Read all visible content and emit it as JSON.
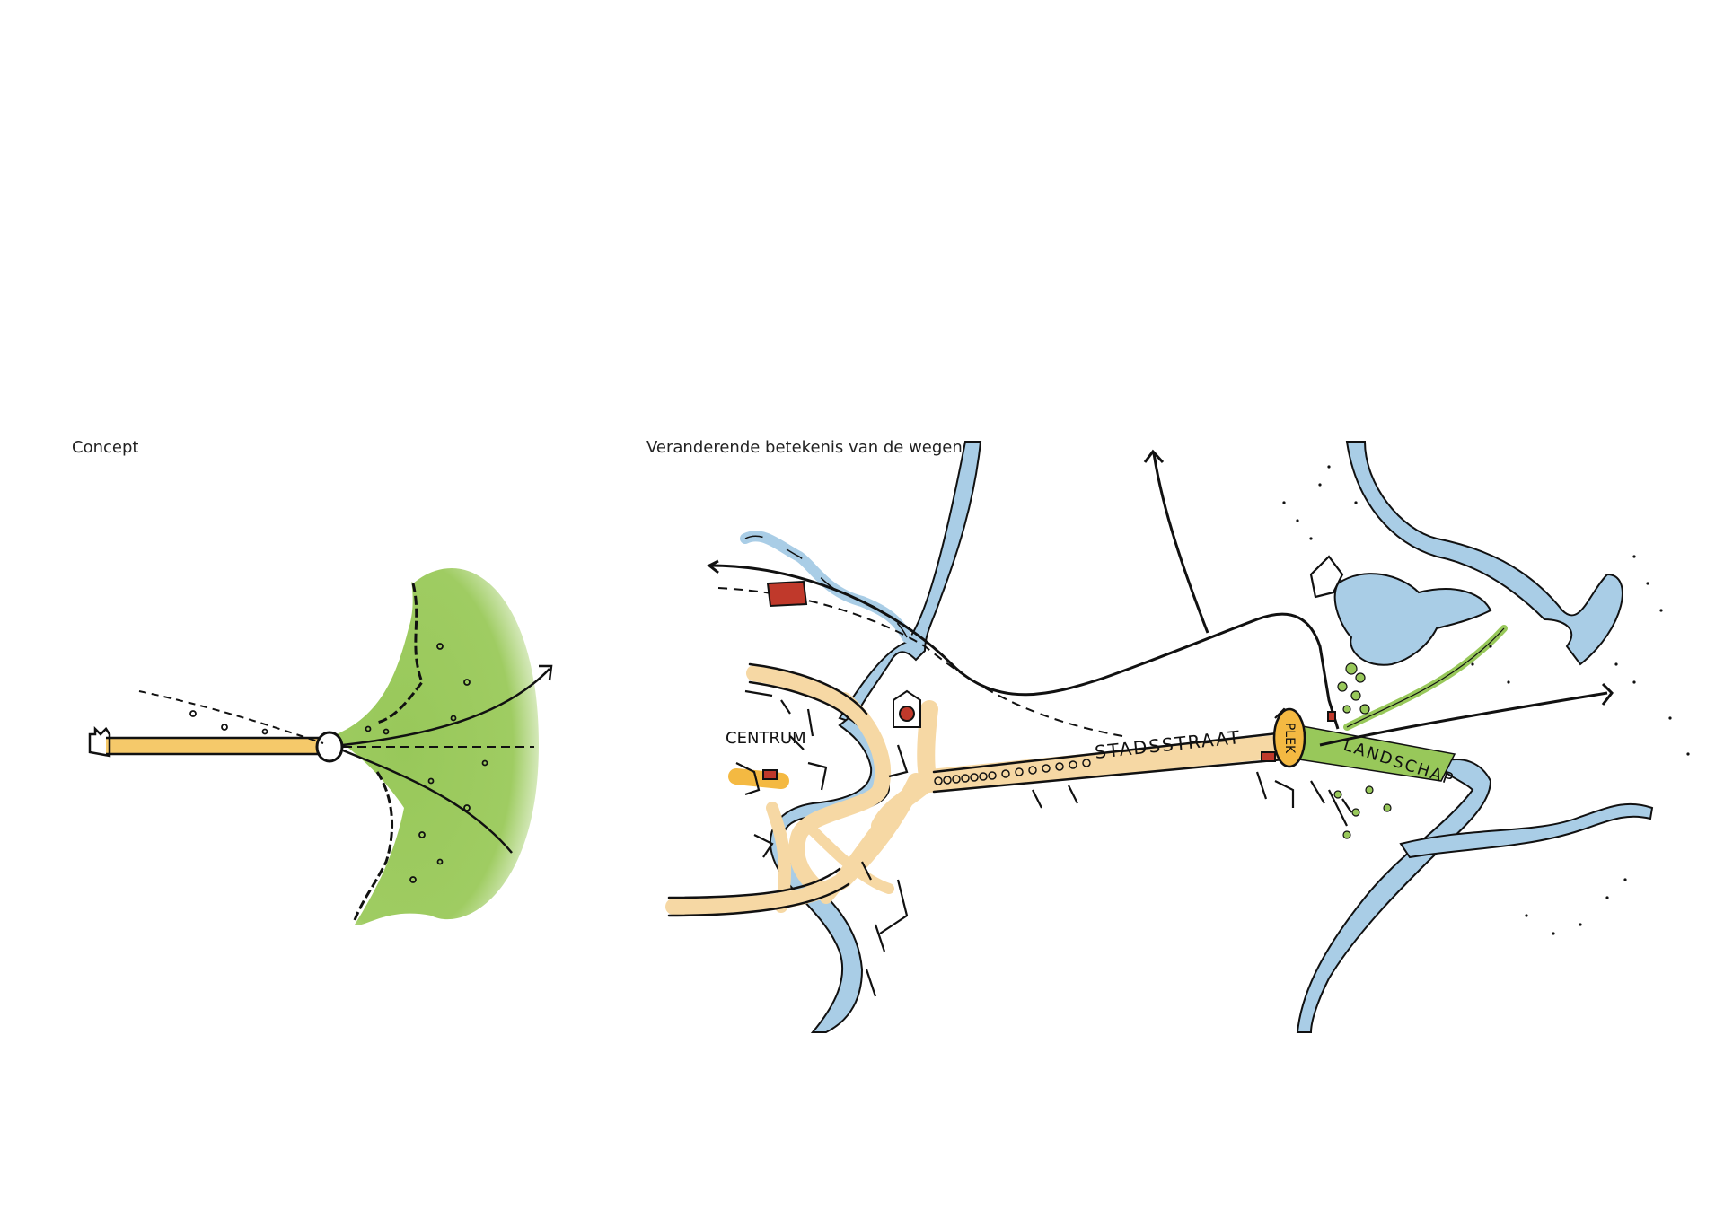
{
  "concept": {
    "title": "Concept"
  },
  "map": {
    "title": "Veranderende betekenis van de wegen",
    "labels": {
      "centrum": "CENTRUM",
      "stadsstraat": "STADSSTRAAT",
      "plek": "PLEK",
      "landschap": "LANDSCHAP"
    }
  },
  "colors": {
    "road": "#f6d8a4",
    "road_highlight": "#f4b942",
    "green": "#98c85a",
    "water": "#a9cde6",
    "building": "#c0392b"
  }
}
